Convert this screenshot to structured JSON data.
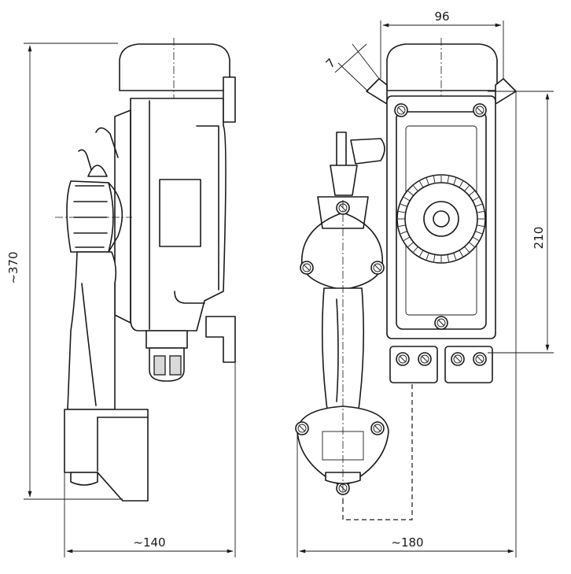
{
  "dimensions": {
    "height_total": "~370",
    "width_side": "~140",
    "width_front": "~180",
    "bell_width": "96",
    "mount_spacing": "210",
    "bracket_thickness": "7"
  }
}
